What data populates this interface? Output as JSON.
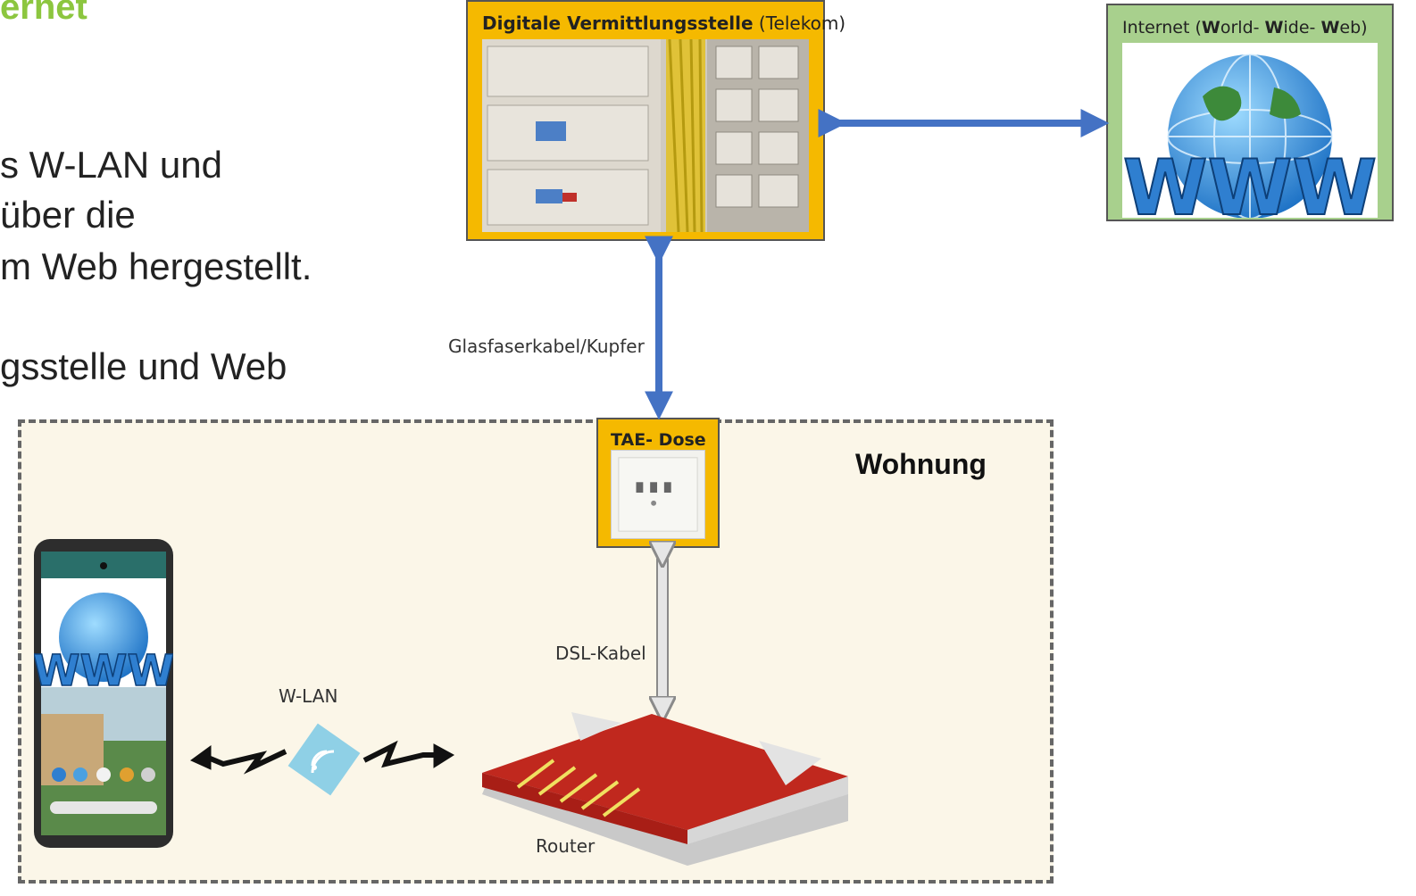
{
  "page": {
    "title": "ernet",
    "text_lines": [
      "s W-LAN und",
      " über die",
      "m Web hergestellt.",
      "gsstelle und Web"
    ]
  },
  "diagram": {
    "vermittlungsstelle": {
      "label_bold": "Digitale Vermittlungsstelle",
      "label_normal": " (Telekom)"
    },
    "internet": {
      "label_pre": "Internet (",
      "w1": "W",
      "r1": "orld- ",
      "w2": "W",
      "r2": "ide- ",
      "w3": "W",
      "r3": "eb)"
    },
    "cable_top": {
      "label": "Glasfaserkabel/Kupfer"
    },
    "tae": {
      "label": "TAE- Dose"
    },
    "wohnung": {
      "label": "Wohnung"
    },
    "dsl": {
      "label": "DSL-Kabel"
    },
    "router": {
      "label": "Router"
    },
    "wlan": {
      "label": "W-LAN"
    }
  },
  "colors": {
    "accent_green": "#8cc63f",
    "box_yellow": "#f5b900",
    "internet_green": "#a8d08d",
    "arrow_blue": "#4472c4",
    "router_red": "#c0281e"
  }
}
